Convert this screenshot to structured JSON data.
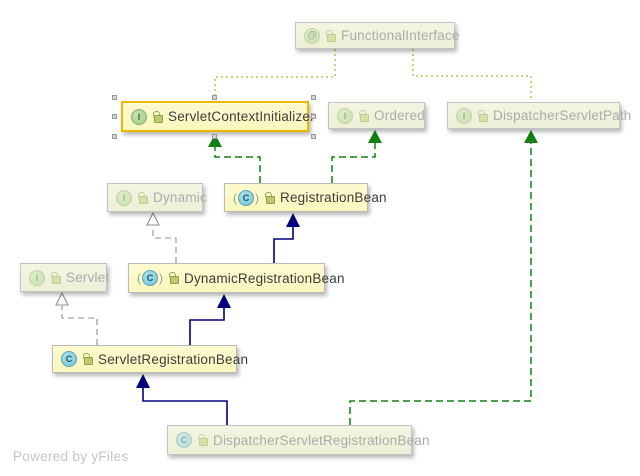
{
  "watermark": "Powered by yFiles",
  "icons": {
    "interface_glyph": "I",
    "class_glyph": "C",
    "annotation_glyph": "@"
  },
  "nodes": {
    "functional_interface": {
      "label": "FunctionalInterface",
      "kind": "annotation",
      "state": "faded"
    },
    "servlet_context_initializer": {
      "label": "ServletContextInitializer",
      "kind": "interface",
      "state": "selected"
    },
    "ordered": {
      "label": "Ordered",
      "kind": "interface",
      "state": "faded"
    },
    "dispatcher_servlet_path": {
      "label": "DispatcherServletPath",
      "kind": "interface",
      "state": "faded"
    },
    "dynamic": {
      "label": "Dynamic",
      "kind": "interface",
      "state": "faded"
    },
    "registration_bean": {
      "label": "RegistrationBean",
      "kind": "abstract-class",
      "state": "active"
    },
    "servlet": {
      "label": "Servlet",
      "kind": "interface",
      "state": "faded"
    },
    "dynamic_registration_bean": {
      "label": "DynamicRegistrationBean",
      "kind": "abstract-class",
      "state": "active"
    },
    "servlet_registration_bean": {
      "label": "ServletRegistrationBean",
      "kind": "class",
      "state": "active"
    },
    "dispatcher_servlet_registration_bean": {
      "label": "DispatcherServletRegistrationBean",
      "kind": "class",
      "state": "faded"
    }
  },
  "edges": [
    {
      "from": "ServletContextInitializer",
      "to": "FunctionalInterface",
      "type": "annotated-by",
      "style": "olive-dotted"
    },
    {
      "from": "DispatcherServletPath",
      "to": "FunctionalInterface",
      "type": "annotated-by",
      "style": "olive-dotted"
    },
    {
      "from": "RegistrationBean",
      "to": "ServletContextInitializer",
      "type": "implements",
      "style": "green-dashed"
    },
    {
      "from": "RegistrationBean",
      "to": "Ordered",
      "type": "implements",
      "style": "green-dashed"
    },
    {
      "from": "DispatcherServletRegistrationBean",
      "to": "DispatcherServletPath",
      "type": "implements",
      "style": "green-dashed"
    },
    {
      "from": "DynamicRegistrationBean",
      "to": "RegistrationBean",
      "type": "extends",
      "style": "navy-solid"
    },
    {
      "from": "ServletRegistrationBean",
      "to": "DynamicRegistrationBean",
      "type": "extends",
      "style": "navy-solid"
    },
    {
      "from": "DispatcherServletRegistrationBean",
      "to": "ServletRegistrationBean",
      "type": "extends",
      "style": "navy-solid"
    },
    {
      "from": "DynamicRegistrationBean",
      "to": "Dynamic",
      "type": "implements",
      "style": "gray-dashed-open"
    },
    {
      "from": "ServletRegistrationBean",
      "to": "Servlet",
      "type": "implements",
      "style": "gray-dashed-open"
    }
  ],
  "colors": {
    "node_fill_active": "#fbf8c2",
    "node_fill_faded": "#f0f2db",
    "selection_border": "#efb800",
    "edge_implements": "#128112",
    "edge_extends": "#00007f",
    "edge_weak": "#8f8f8f",
    "edge_annotation": "#b5b134"
  }
}
